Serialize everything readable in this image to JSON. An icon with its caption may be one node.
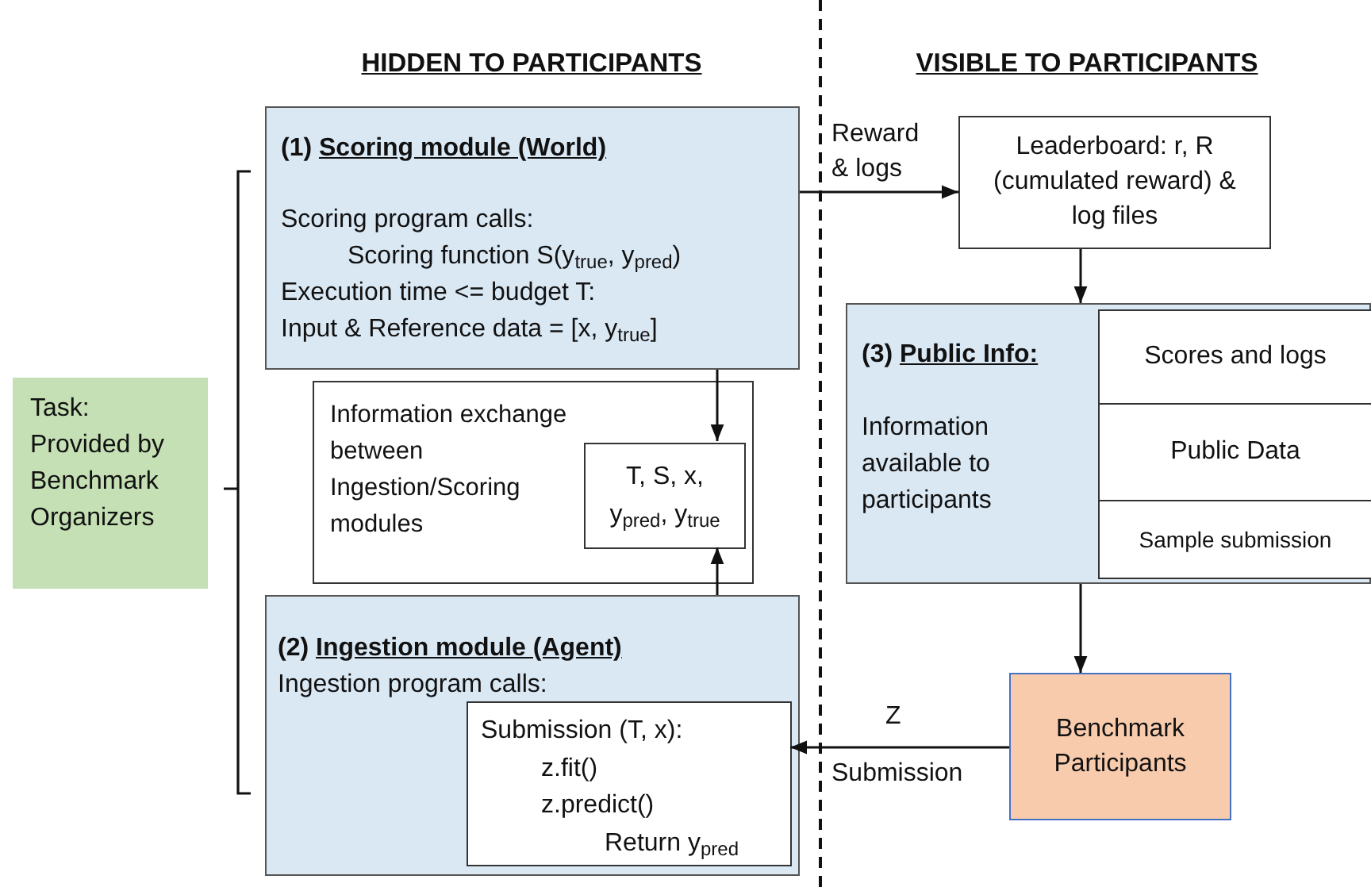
{
  "diagram": {
    "nodes": [
      {
        "text": [
          "Task: Provided by Benchmark Organizers"
        ]
      },
      {
        "text": [
          "(1) Scoring module (World)",
          "Scoring program calls:",
          "Scoring function S(y$_{true}$, y$_{pred}$)",
          "Execution time <= budget T:",
          "Input & Reference data = [x, y$_{true}$]"
        ]
      },
      {
        "text": [
          "Information exchange between Ingestion/Scoring modules"
        ]
      },
      {
        "text": [
          "T, S, x, y$_{pred}$, y$_{true}$"
        ],
        "in": 2
      },
      {
        "text": [
          "(2) Ingestion module (Agent)",
          "Ingestion program calls:"
        ]
      },
      {
        "text": [
          "Submission (T, x):",
          "z.fit()",
          "z.predict()",
          "Return y$_{pred}$"
        ],
        "in": 4
      },
      {
        "text": [
          "Leaderboard: r, R (cumulated reward) & log files"
        ]
      },
      {
        "text": [
          "(3) Public Info:",
          "Information available to participants"
        ]
      },
      {
        "text": [
          "Scores and logs"
        ],
        "in": 7
      },
      {
        "text": [
          "Public Data"
        ],
        "in": 7
      },
      {
        "text": [
          "Sample submission"
        ],
        "in": 7
      },
      {
        "text": [
          "Benchmark Participants"
        ]
      }
    ],
    "edges": [
      {
        "from": 1,
        "to": 6,
        "arrow": "to",
        "label": "Reward & logs"
      },
      {
        "from": 1,
        "to": 3,
        "arrow": "to"
      },
      {
        "from": 4,
        "to": 3,
        "arrow": "to"
      },
      {
        "from": 6,
        "to": 7,
        "arrow": "to"
      },
      {
        "from": 7,
        "to": 11,
        "arrow": "to"
      },
      {
        "from": 11,
        "to": 5,
        "arrow": "to",
        "label": "Z"
      }
    ],
    "labels": [
      "HIDDEN TO PARTICIPANTS",
      "VISIBLE TO PARTICIPANTS",
      "Submission"
    ]
  }
}
